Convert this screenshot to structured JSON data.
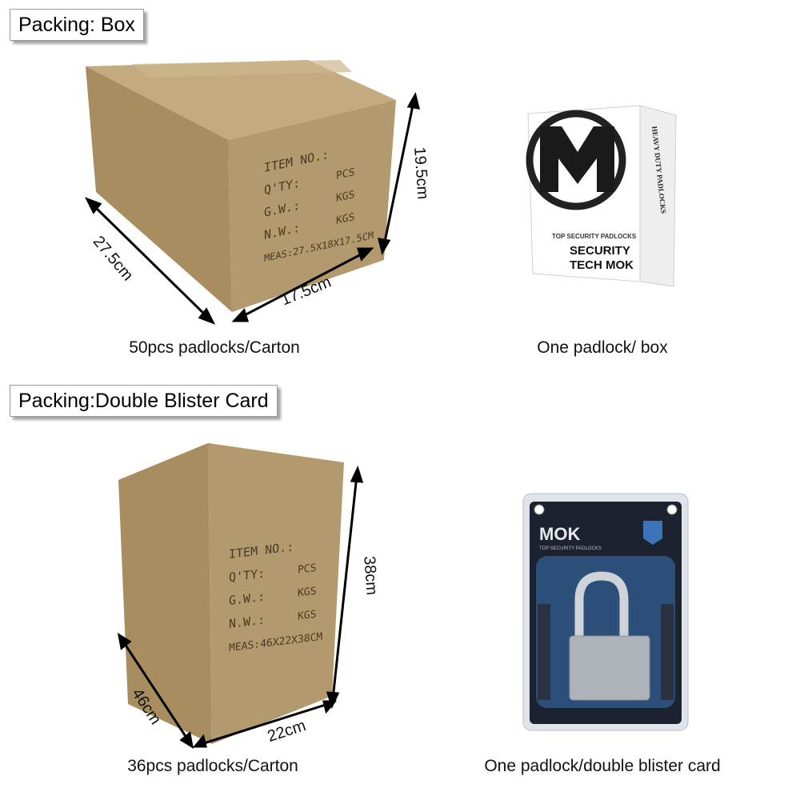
{
  "section1": {
    "label": "Packing: Box",
    "carton": {
      "lines": [
        "ITEM NO.:",
        "Q'TY:",
        "G.W.:",
        "N.W.:",
        "MEAS:27.5X18X17.5CM"
      ],
      "units": [
        "PCS",
        "KGS",
        "KGS"
      ],
      "dims": {
        "length": "27.5cm",
        "width": "17.5cm",
        "height": "19.5cm"
      },
      "caption": "50pcs padlocks/Carton"
    },
    "retail_box": {
      "brand_line1": "SECURITY",
      "brand_line2": "TECH MOK",
      "tagline": "TOP SECURITY PADLOCKS",
      "side_text": "HEAVY DUTY PADLOCKS",
      "caption": "One padlock/ box"
    }
  },
  "section2": {
    "label": "Packing:Double Blister Card",
    "carton": {
      "lines": [
        "ITEM NO.:",
        "Q'TY:",
        "G.W.:",
        "N.W.:",
        "MEAS:46X22X38CM"
      ],
      "units": [
        "PCS",
        "KGS",
        "KGS"
      ],
      "dims": {
        "length": "46cm",
        "width": "22cm",
        "height": "38cm"
      },
      "caption": "36pcs padlocks/Carton"
    },
    "blister": {
      "brand": "MOK",
      "tagline": "TOP SECURITY PADLOCKS",
      "caption": "One padlock/double blister card"
    }
  },
  "colors": {
    "cardboard_front": "#b39a6e",
    "cardboard_side": "#a88d60",
    "cardboard_top": "#c4ab7f",
    "blister_bg": "#1c2230",
    "blister_accent": "#3b74b8"
  }
}
